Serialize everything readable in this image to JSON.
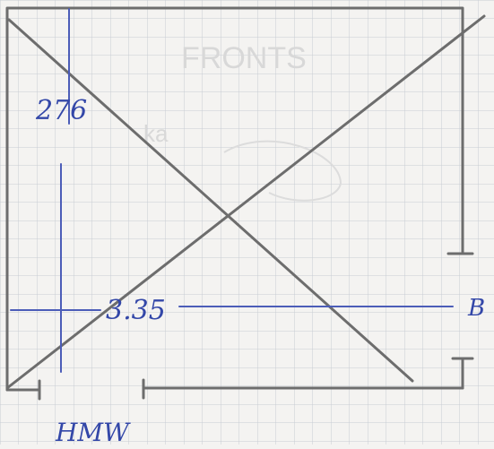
{
  "labels": {
    "vertical_measure": "276",
    "horizontal_measure": "3.35",
    "right_edge_mark": "B",
    "bottom_note": "HMW",
    "faint_header": "FRONTS",
    "faint_ghost": "ka"
  },
  "colors": {
    "paper": "#f4f3f1",
    "grid": "#c8ccd4",
    "pencil": "#6d6d6d",
    "ink": "#4c5db8"
  }
}
